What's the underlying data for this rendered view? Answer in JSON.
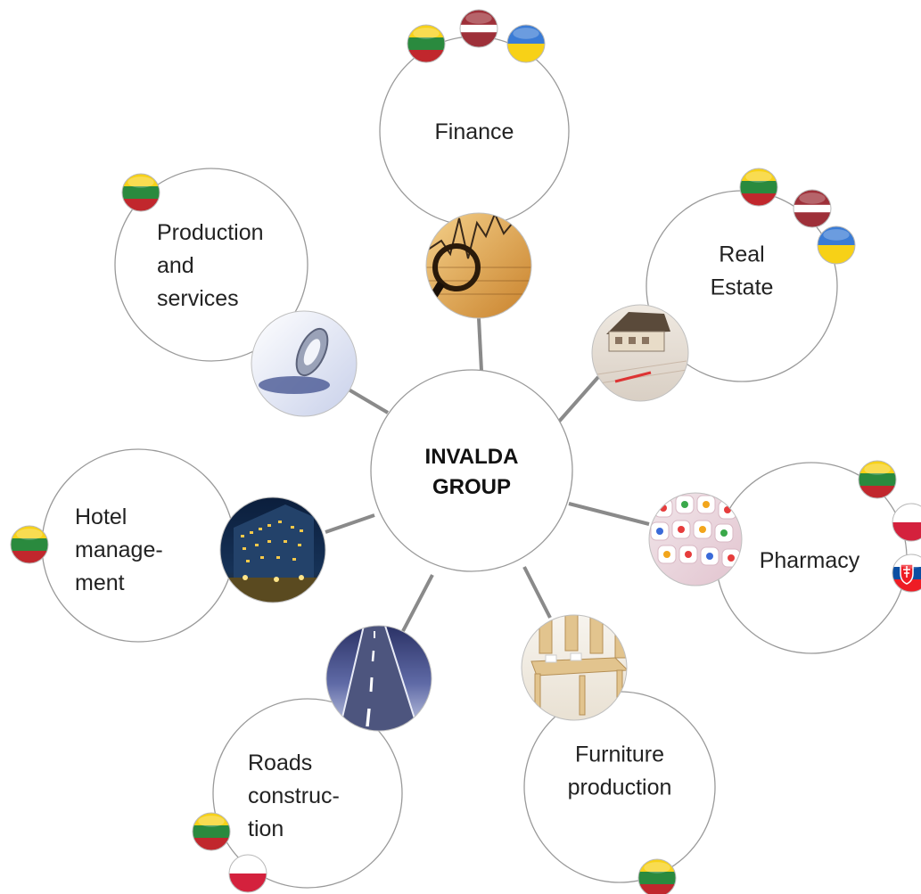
{
  "center": {
    "lines": [
      "INVALDA",
      "GROUP"
    ]
  },
  "colors": {
    "line": "#8a8a8a",
    "circle_stroke": "#9a9a9a",
    "text": "#222222",
    "center_text": "#111111",
    "flag_lithuania": [
      "#f7d117",
      "#2a8a3e",
      "#c1272d"
    ],
    "flag_latvia": [
      "#9e3039",
      "#ffffff",
      "#9e3039"
    ],
    "flag_ukraine": [
      "#3a7bd5",
      "#f7d117"
    ],
    "flag_poland": [
      "#ffffff",
      "#d4213d"
    ],
    "flag_slovakia": [
      "#ffffff",
      "#0b4ea2",
      "#ee1c25"
    ]
  },
  "sectors": [
    {
      "id": "finance",
      "lines": [
        "Finance"
      ],
      "image_icon": "stock-chart-magnifier-icon",
      "flags": [
        "lithuania",
        "latvia",
        "ukraine"
      ]
    },
    {
      "id": "real-estate",
      "lines": [
        "Real",
        "Estate"
      ],
      "image_icon": "house-model-icon",
      "flags": [
        "lithuania",
        "latvia",
        "ukraine"
      ]
    },
    {
      "id": "pharmacy",
      "lines": [
        "Pharmacy"
      ],
      "image_icon": "pills-icon",
      "flags": [
        "lithuania",
        "poland",
        "slovakia"
      ]
    },
    {
      "id": "furniture-production",
      "lines": [
        "Furniture",
        "production"
      ],
      "image_icon": "table-chairs-icon",
      "flags": [
        "lithuania"
      ]
    },
    {
      "id": "roads-construction",
      "lines": [
        "Roads",
        "construc-",
        "tion"
      ],
      "image_icon": "road-icon",
      "flags": [
        "lithuania",
        "poland"
      ]
    },
    {
      "id": "hotel-management",
      "lines": [
        "Hotel",
        "manage-",
        "ment"
      ],
      "image_icon": "hotel-building-icon",
      "flags": [
        "lithuania"
      ]
    },
    {
      "id": "production-and-services",
      "lines": [
        "Production",
        "and",
        "services"
      ],
      "image_icon": "gear-icon",
      "flags": [
        "lithuania"
      ]
    }
  ]
}
